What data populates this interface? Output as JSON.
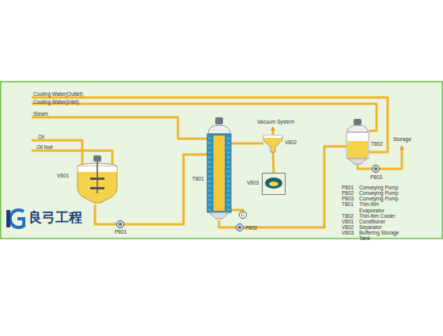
{
  "diagram": {
    "nodes": [
      {
        "text": [
          "V601"
        ]
      },
      {
        "text": [
          "P801"
        ]
      },
      {
        "text": [
          "T801"
        ]
      },
      {
        "text": [
          "C"
        ]
      },
      {
        "text": [
          "P802"
        ]
      },
      {
        "text": [
          "V802"
        ]
      },
      {
        "text": [
          "V803"
        ]
      },
      {
        "text": [
          "T802"
        ]
      },
      {
        "text": [
          "P803"
        ]
      }
    ],
    "edges": [
      {
        "from": 0,
        "to": 1,
        "arrow": "none"
      },
      {
        "from": 1,
        "to": 2,
        "arrow": "none"
      },
      {
        "from": 2,
        "to": 3,
        "arrow": "none"
      },
      {
        "from": 2,
        "to": 4,
        "arrow": "none"
      },
      {
        "from": 2,
        "to": 5,
        "arrow": "none"
      },
      {
        "from": 5,
        "to": 6,
        "arrow": "none"
      },
      {
        "from": 4,
        "to": 7,
        "arrow": "none"
      },
      {
        "from": 7,
        "to": 8,
        "arrow": "none"
      }
    ],
    "labels": [
      "Cooling Water(Outlet)",
      "Cooling Water(Inlet)",
      "Steam",
      "Oil",
      "Oil foot",
      "Vacuum System",
      "Storage",
      "P801",
      "Conveying Pump",
      "P802",
      "Conveying Pump",
      "P803",
      "Conveying Pump",
      "T801",
      "Thin-film Evaporator",
      "T802",
      "Thin-film Cooler",
      "V801",
      "Conditioner",
      "V802",
      "Separator",
      "V803",
      "Buffering Storage Tank",
      "良弓工程"
    ]
  }
}
